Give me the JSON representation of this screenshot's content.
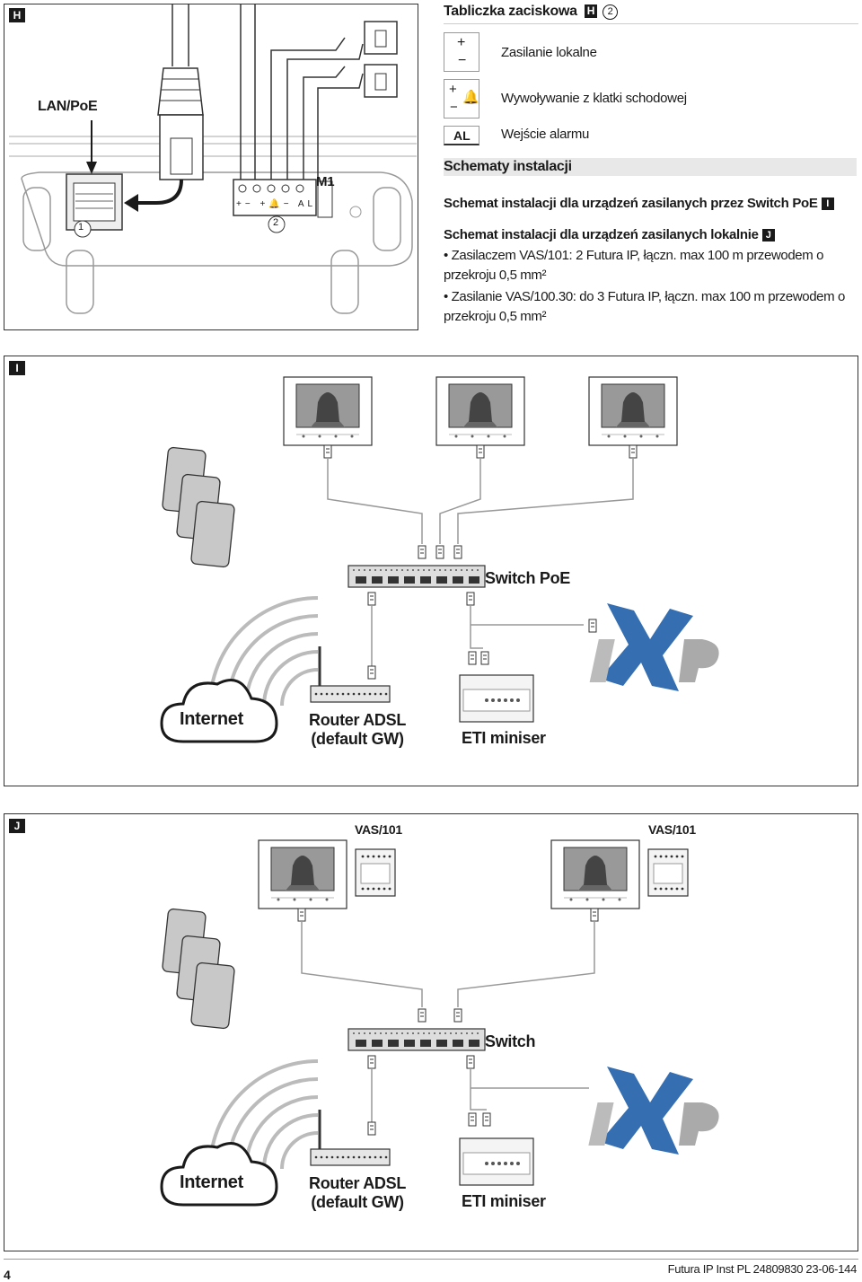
{
  "panel_h": {
    "tag": "H",
    "lan_label": "LAN/PoE",
    "m1_label": "M1",
    "marker_1": "1",
    "marker_2": "2",
    "terminal_labels": [
      "+",
      "−",
      "+",
      "−",
      "AL"
    ]
  },
  "right_text": {
    "title": "Tabliczka zaciskowa",
    "title_box": "H",
    "title_circle": "2",
    "legend": [
      {
        "symbol": "+ / −",
        "text": "Zasilanie lokalne"
      },
      {
        "symbol": "+ − bell",
        "text": "Wywoływanie z klatki schodowej"
      },
      {
        "symbol": "AL",
        "text": "Wejście alarmu"
      }
    ],
    "section_heading": "Schematy instalacji",
    "sub1": "Schemat instalacji dla urządzeń zasilanych przez Switch PoE",
    "sub1_box": "I",
    "sub2": "Schemat instalacji dla urządzeń zasilanych  lokalnie",
    "sub2_box": "J",
    "bullets": [
      "Zasilaczem VAS/101: 2 Futura IP, łączn. max 100 m przewodem o przekroju 0,5 mm²",
      "Zasilanie VAS/100.30: do 3 Futura IP, łączn. max 100 m przewodem o przekroju 0,5 mm²"
    ]
  },
  "panel_i": {
    "tag": "I",
    "switch_label": "Switch PoE",
    "internet_label": "Internet",
    "router_label_1": "Router ADSL",
    "router_label_2": "(default GW)",
    "eti_label": "ETI miniser"
  },
  "panel_j": {
    "tag": "J",
    "vas_label_1": "VAS/101",
    "vas_label_2": "VAS/101",
    "switch_label": "Switch",
    "internet_label": "Internet",
    "router_label_1": "Router ADSL",
    "router_label_2": "(default GW)",
    "eti_label": "ETI miniser"
  },
  "footer": {
    "page_number": "4",
    "doc_code": "Futura IP Inst PL 24809830 23-06-144"
  },
  "colors": {
    "ink": "#1a1a1a",
    "xip_blue": "#1f5fa8",
    "grey": "#8a8a8a"
  }
}
